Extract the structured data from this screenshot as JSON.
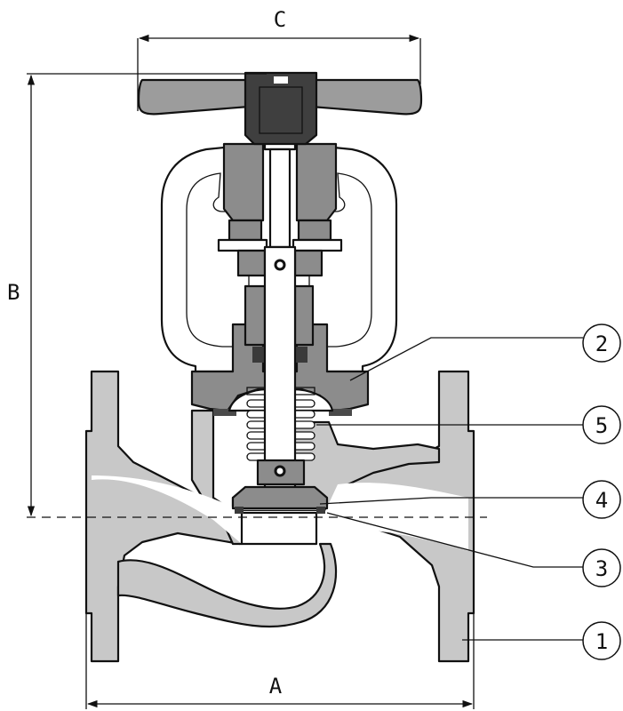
{
  "dimensions": {
    "A": "A",
    "B": "B",
    "C": "C"
  },
  "callouts": [
    {
      "label": "2"
    },
    {
      "label": "5"
    },
    {
      "label": "4"
    },
    {
      "label": "3"
    },
    {
      "label": "1"
    }
  ],
  "colors": {
    "body_fill": "#c8c8c8",
    "bonnet_fill": "#8c8c8c",
    "dark_part": "#4a4a4a",
    "handwheel_fill": "#9c9c9c",
    "outline": "#111111",
    "background": "#ffffff"
  }
}
